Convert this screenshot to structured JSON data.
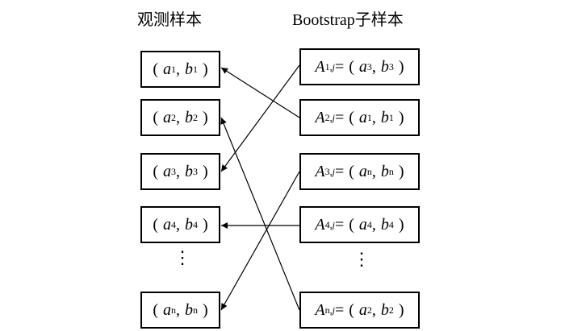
{
  "headings": {
    "observed": "观测样本",
    "bootstrap": "Bootstrap子样本"
  },
  "observed_samples": [
    {
      "a": "a",
      "a_sub": "1",
      "b": "b",
      "b_sub": "1"
    },
    {
      "a": "a",
      "a_sub": "2",
      "b": "b",
      "b_sub": "2"
    },
    {
      "a": "a",
      "a_sub": "3",
      "b": "b",
      "b_sub": "3"
    },
    {
      "a": "a",
      "a_sub": "4",
      "b": "b",
      "b_sub": "4"
    },
    {
      "ellipsis": "⋮"
    },
    {
      "a": "a",
      "a_sub": "n",
      "b": "b",
      "b_sub": "n"
    }
  ],
  "bootstrap_samples": [
    {
      "A": "A",
      "A_sub": "1,",
      "A_j": "j",
      "a": "a",
      "a_sub": "3",
      "b": "b",
      "b_sub": "3"
    },
    {
      "A": "A",
      "A_sub": "2,",
      "A_j": "j",
      "a": "a",
      "a_sub": "1",
      "b": "b",
      "b_sub": "1"
    },
    {
      "A": "A",
      "A_sub": "3,",
      "A_j": "j",
      "a": "a",
      "a_sub": "n",
      "b": "b",
      "b_sub": "n"
    },
    {
      "A": "A",
      "A_sub": "4,",
      "A_j": "j",
      "a": "a",
      "a_sub": "4",
      "b": "b",
      "b_sub": "4"
    },
    {
      "ellipsis": "⋮"
    },
    {
      "A": "A",
      "A_sub": "n,",
      "A_j": "j",
      "a": "a",
      "a_sub": "2",
      "b": "b",
      "b_sub": "2"
    }
  ],
  "arrows": [
    {
      "from_bootstrap": 0,
      "to_observed": 2
    },
    {
      "from_bootstrap": 1,
      "to_observed": 0
    },
    {
      "from_bootstrap": 2,
      "to_observed": 5
    },
    {
      "from_bootstrap": 3,
      "to_observed": 3
    },
    {
      "from_bootstrap": 5,
      "to_observed": 1
    }
  ]
}
